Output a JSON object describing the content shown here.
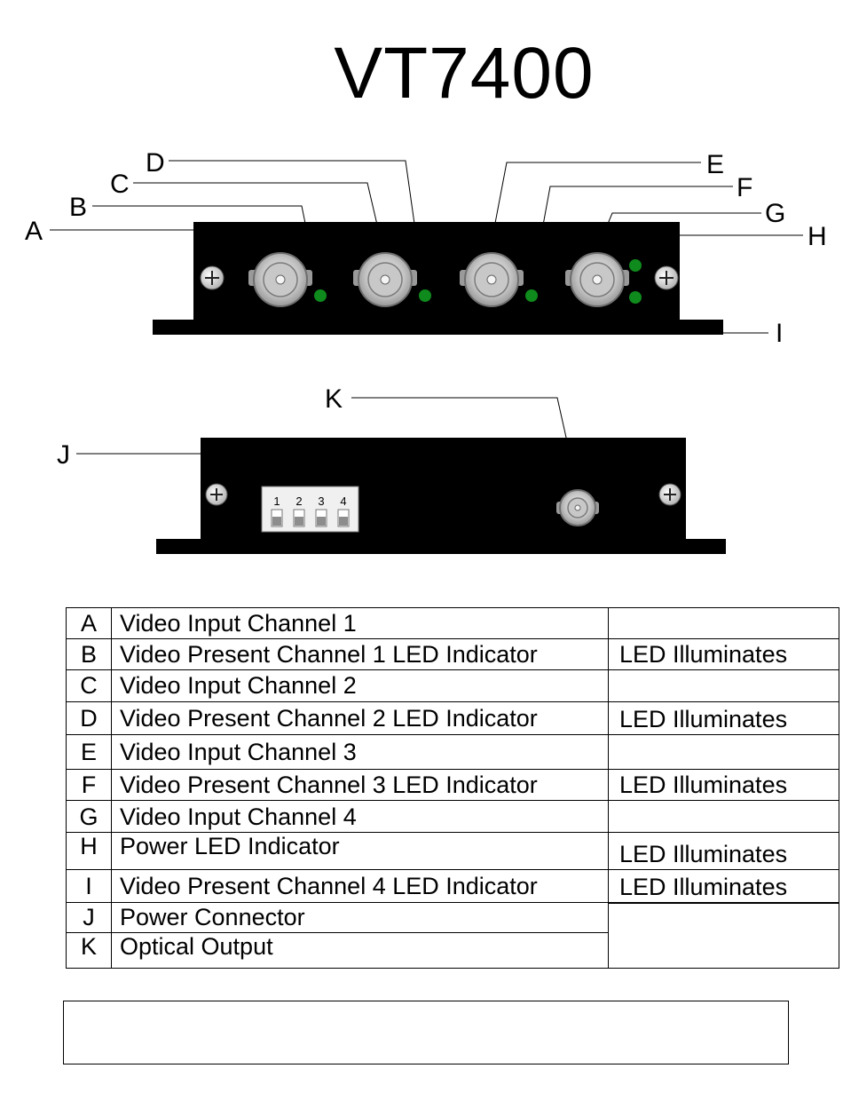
{
  "title": "VT7400",
  "front_panel": {
    "callouts": [
      "A",
      "B",
      "C",
      "D",
      "E",
      "F",
      "G",
      "H",
      "I"
    ],
    "led_color": "#0f8a1c"
  },
  "rear_panel": {
    "callouts": [
      "J",
      "K"
    ],
    "dip_labels": [
      "1",
      "2",
      "3",
      "4"
    ]
  },
  "legend": [
    {
      "key": "A",
      "description": "Video Input Channel 1",
      "note": ""
    },
    {
      "key": "B",
      "description": "Video Present Channel 1 LED Indicator",
      "note": "LED Illuminates"
    },
    {
      "key": "C",
      "description": "Video Input Channel 2",
      "note": ""
    },
    {
      "key": "D",
      "description": "Video Present Channel 2 LED Indicator",
      "note": "LED Illuminates"
    },
    {
      "key": "E",
      "description": "Video Input Channel 3",
      "note": ""
    },
    {
      "key": "F",
      "description": "Video Present Channel 3 LED Indicator",
      "note": "LED Illuminates"
    },
    {
      "key": "G",
      "description": "Video Input Channel 4",
      "note": ""
    },
    {
      "key": "H",
      "description": "Power LED Indicator",
      "note": "LED Illuminates"
    },
    {
      "key": "I",
      "description": "Video Present Channel 4 LED Indicator",
      "note": "LED Illuminates"
    },
    {
      "key": "J",
      "description": "Power Connector",
      "note": ""
    },
    {
      "key": "K",
      "description": "Optical Output",
      "note": ""
    }
  ]
}
